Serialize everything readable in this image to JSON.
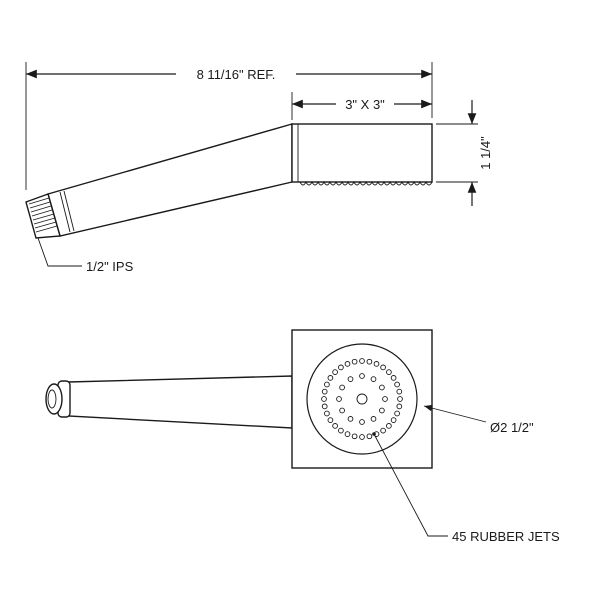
{
  "labels": {
    "overall_length": "8 11/16\" REF.",
    "head_size": "3\" X 3\"",
    "head_height": "1 1/4\"",
    "connection": "1/2\" IPS",
    "face_diameter": "Ø2 1/2\"",
    "jets": "45 RUBBER JETS"
  },
  "jet_count": 45,
  "colors": {
    "line": "#1a1a1a",
    "background": "#ffffff"
  }
}
